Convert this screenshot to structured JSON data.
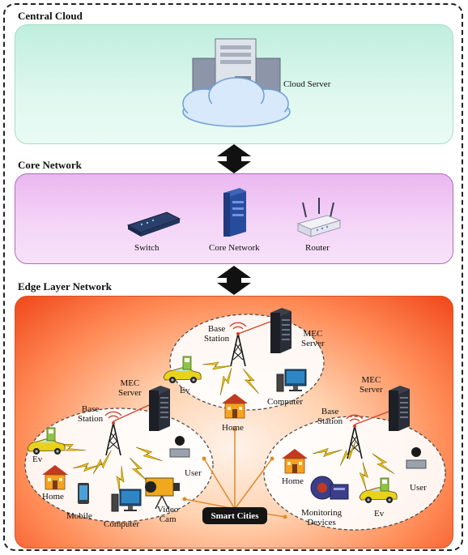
{
  "sections": {
    "central_cloud": "Central Cloud",
    "core_network": "Core Network",
    "edge_layer": "Edge Layer Network"
  },
  "cloud": {
    "server_label": "Cloud Server"
  },
  "core": {
    "switch_label": "Switch",
    "core_label": "Core Network",
    "router_label": "Router"
  },
  "edge": {
    "top_cluster": {
      "base_station": "Base\nStation",
      "mec": "MEC\nServer",
      "ev": "Ev",
      "home": "Home",
      "computer": "Computer"
    },
    "left_cluster": {
      "base_station": "Base\nStation",
      "mec": "MEC\nServer",
      "ev": "Ev",
      "home": "Home",
      "mobile": "Mobile",
      "computer": "Computer",
      "video_cam": "Video\nCam",
      "user": "User"
    },
    "right_cluster": {
      "base_station": "Base\nStation",
      "mec": "MEC\nServer",
      "home": "Home",
      "monitoring": "Monitoring\nDevices",
      "ev": "Ev",
      "user": "User"
    },
    "hub_label": "Smart Cities"
  },
  "colors": {
    "cloud_panel": "#c9f2e3",
    "core_panel": "#eec2f3",
    "edge_panel": "#f0461a",
    "lightning": "#f2c200",
    "link_line": "#d0402a",
    "hub_line": "#e08a2c"
  }
}
